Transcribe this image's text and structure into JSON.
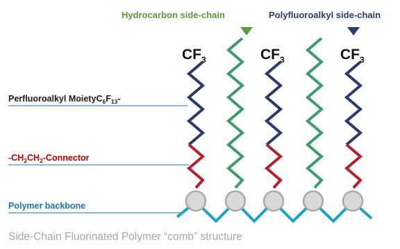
{
  "header": {
    "hydrocarbon_label": "Hydrocarbon side-chain",
    "polyfluoroalkyl_label": "Polyfluoroalkyl side-chain"
  },
  "chain_caps": [
    {
      "main": "CF",
      "sub": "3"
    },
    {
      "main": "CF",
      "sub": "3"
    },
    {
      "main": "CF",
      "sub": "3"
    }
  ],
  "labels": {
    "perfluoroalkyl": {
      "part1": "Perfluoroalkyl  Moiety",
      "f1": "C",
      "s1": "6",
      "f2": "F",
      "s2": "13",
      "part2": "-"
    },
    "connector": {
      "p1": "-CH",
      "s1": "2",
      "p2": "CH",
      "s2": "2",
      "p3": "-Connector"
    },
    "backbone": "Polymer backbone"
  },
  "caption": "Side-Chain Fluorinated Polymer “comb” structure",
  "colors": {
    "hydrocarbon_green": "#5a9a3c",
    "chain_green": "#3f9a6c",
    "fluoro_navy": "#2b3a6b",
    "connector_red": "#b0202e",
    "connector_text": "#c00000",
    "backbone_text": "#1f6fb5",
    "backbone_teal": "#1aa3c5",
    "bead_gray": "#c8c8c8",
    "caption_gray": "#a6a6a6",
    "label_black": "#1a1a1a"
  }
}
